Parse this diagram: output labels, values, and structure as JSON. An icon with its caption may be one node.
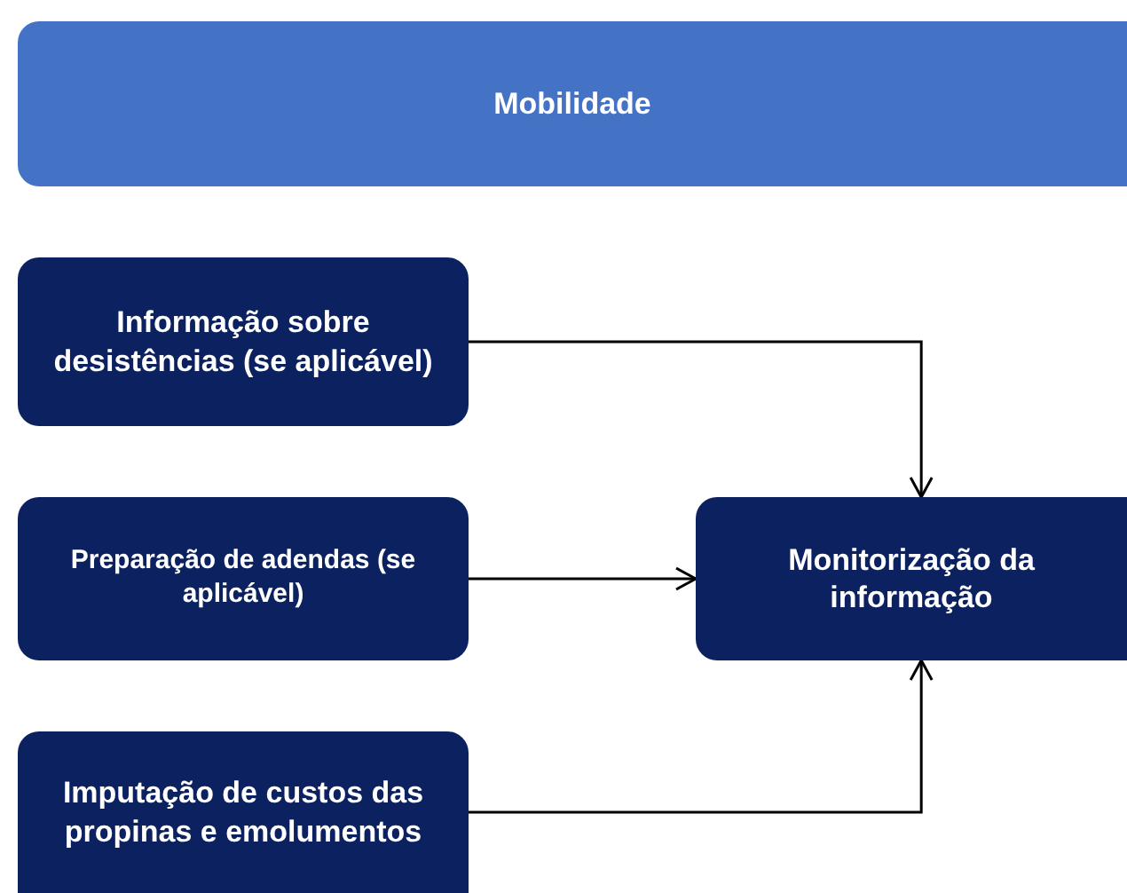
{
  "diagram": {
    "nodes": [
      {
        "text": [
          "Mobilidade"
        ]
      },
      {
        "text": [
          "Informação sobre desistências (se aplicável)"
        ]
      },
      {
        "text": [
          "Preparação de adendas (se aplicável)"
        ]
      },
      {
        "text": [
          "Imputação de custos das propinas e emolumentos"
        ]
      },
      {
        "text": [
          "Monitorização da informação"
        ]
      }
    ],
    "edges": [
      {
        "from": 1,
        "to": 4,
        "arrow": "to"
      },
      {
        "from": 2,
        "to": 4,
        "arrow": "to"
      },
      {
        "from": 3,
        "to": 4,
        "arrow": "to"
      }
    ]
  }
}
